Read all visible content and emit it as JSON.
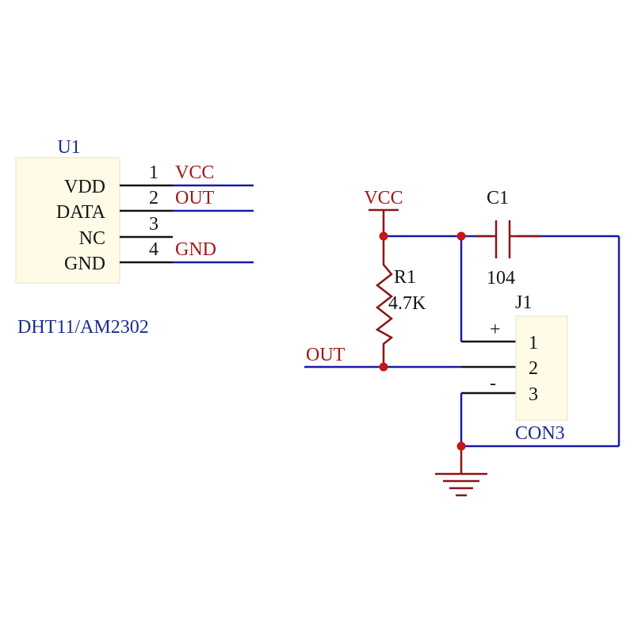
{
  "u1": {
    "ref": "U1",
    "part": "DHT11/AM2302",
    "pins": [
      {
        "name": "VDD",
        "num": "1",
        "net": "VCC"
      },
      {
        "name": "DATA",
        "num": "2",
        "net": "OUT"
      },
      {
        "name": "NC",
        "num": "3",
        "net": ""
      },
      {
        "name": "GND",
        "num": "4",
        "net": "GND"
      }
    ]
  },
  "circuit": {
    "vcc_label": "VCC",
    "out_label": "OUT",
    "r1": {
      "ref": "R1",
      "value": "4.7K"
    },
    "c1": {
      "ref": "C1",
      "value": "104"
    },
    "j1": {
      "ref": "J1",
      "part": "CON3",
      "pins": [
        "1",
        "2",
        "3"
      ],
      "plus": "+",
      "minus": "-"
    }
  },
  "colors": {
    "wire": "#1a1aa8",
    "component": "#8c1414",
    "label_blue": "#1c2c8c",
    "label_red": "#a01818",
    "junction": "#c81414",
    "body_fill": "#fffbe6"
  }
}
